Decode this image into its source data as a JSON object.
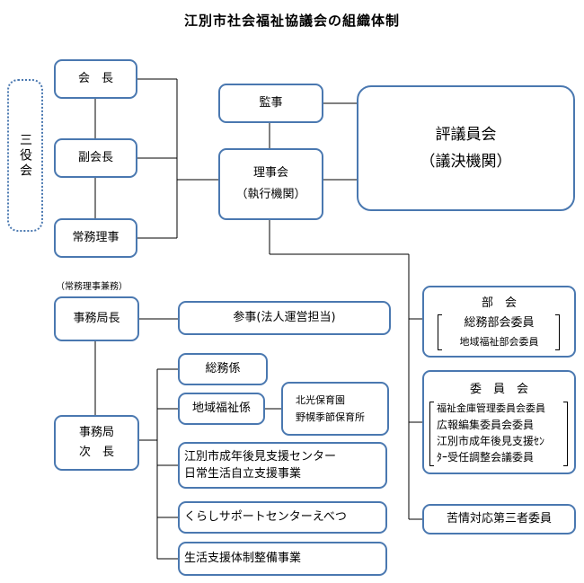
{
  "title": "江別市社会福祉協議会の組織体制",
  "san_yakkai": "三役会",
  "kaicho": "会　長",
  "fukukaicho": "副会長",
  "jomu_riji": "常務理事",
  "jomu_riji_kenmu": "（常務理事兼務）",
  "jimukyokucho": "事務局長",
  "jimukyoku_jicho_1": "事務局",
  "jimukyoku_jicho_2": "次　長",
  "kanji": "監事",
  "rijikai_1": "理事会",
  "rijikai_2": "（執行機関）",
  "hyogiinkai_1": "評議員会",
  "hyogiinkai_2": "（議決機関）",
  "sanji": "参事(法人運営担当)",
  "somu": "総務係",
  "chiiki_fukushi": "地域福祉係",
  "hoikuen_1": "北光保育園",
  "hoikuen_2": "野幌季節保育所",
  "seinen_koken_1": "江別市成年後見支援センター",
  "seinen_koken_2": "日常生活自立支援事業",
  "kurashi": "くらしサポートセンターえべつ",
  "seikatsu_shien": "生活支援体制整備事業",
  "bukai": {
    "title": "部　会",
    "items": [
      "総務部会委員",
      "地域福祉部会委員"
    ]
  },
  "iinkai": {
    "title": "委　員　会",
    "items": [
      "福祉金庫管理委員会委員",
      "広報編集委員会委員",
      "江別市成年後見支援ｾﾝ",
      "ﾀｰ受任調整会議委員"
    ]
  },
  "kujo": "苦情対応第三者委員",
  "colors": {
    "border": "#4a78b0",
    "line": "#000000"
  }
}
